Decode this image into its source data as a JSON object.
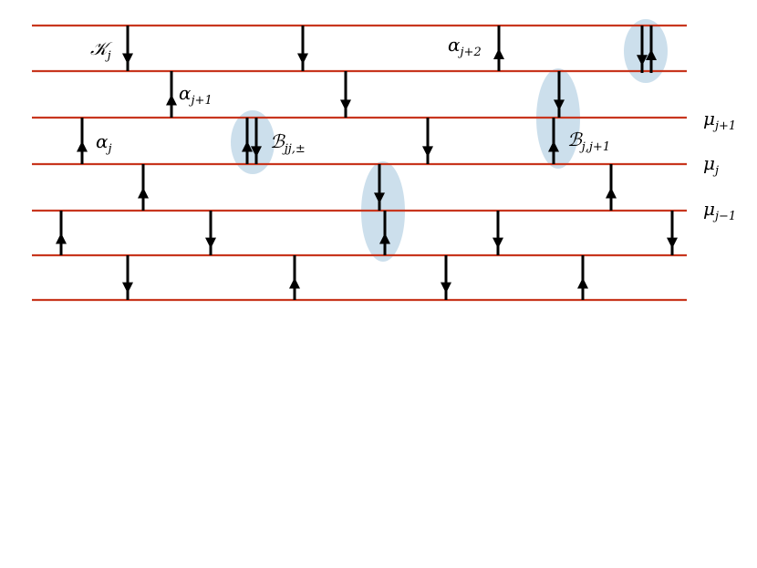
{
  "diagram": {
    "colors": {
      "line": "#c8361e",
      "arrow": "#000000",
      "ellipse": "#b7d1e4"
    },
    "labels": {
      "k_j": {
        "main": "𝒦",
        "sub": "j"
      },
      "alpha_j2": {
        "main": "α",
        "sub": "j+2"
      },
      "alpha_j1": {
        "main": "α",
        "sub": "j+1"
      },
      "alpha_j": {
        "main": "α",
        "sub": "j"
      },
      "b_jj": {
        "main": "ℬ",
        "sub": "jj,±"
      },
      "b_j_j1": {
        "main": "ℬ",
        "sub": "j,j+1"
      },
      "mu_j1": {
        "main": "μ",
        "sub": "j+1"
      },
      "mu_j": {
        "main": "μ",
        "sub": "j"
      },
      "mu_jm1": {
        "main": "μ",
        "sub": "j−1"
      }
    }
  }
}
